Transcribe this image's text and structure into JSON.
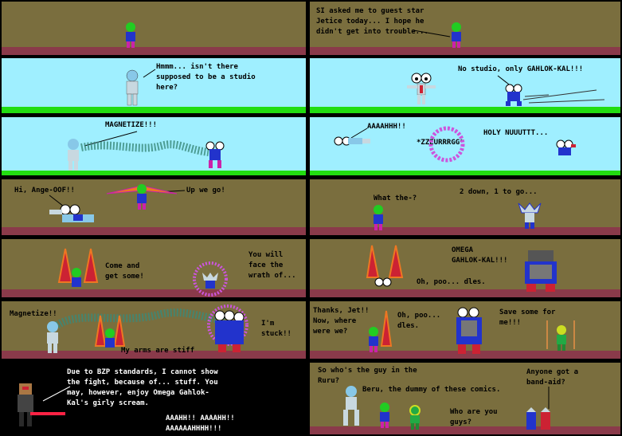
{
  "panels": {
    "p1": {
      "text1": ""
    },
    "p2": {
      "text1": "SI asked me to guest star\nJetice today... I hope he\ndidn't get into trouble..."
    },
    "p3": {
      "text1": "Hmmm... isn't there\nsupposed to be a studio\nhere?"
    },
    "p4": {
      "text1": "No studio, only GAHLOK-KAL!!!"
    },
    "p5": {
      "text1": "MAGNETIZE!!!"
    },
    "p6": {
      "text1": "AAAAHHH!!",
      "text2": "*ZZEURRRGG*",
      "text3": "HOLY NUUUTTT..."
    },
    "p7": {
      "text1": "Hi, Ange-OOF!!",
      "text2": "Up we go!"
    },
    "p8": {
      "text1": "What the-?",
      "text2": "2 down, 1 to go..."
    },
    "p9": {
      "text1": "Come and\nget some!",
      "text2": "You will\nface the\nwrath of..."
    },
    "p10": {
      "text1": "OMEGA\nGAHLOK-KAL!!!",
      "text2": "Oh, poo... dles."
    },
    "p11": {
      "text1": "Magnetize!!",
      "text2": "I'm\nstuck!!",
      "text3": "My arms are stiff"
    },
    "p12": {
      "text1": "Thanks, Jet!!\nNow, where\nwere we?",
      "text2": "Oh, poo...\ndles.",
      "text3": "Save some for\nme!!!"
    },
    "p13": {
      "text1": "Due to BZP standards, I cannot show\nthe fight, because of... stuff. You\nmay, however, enjoy Omega Gahlok-\nKal's girly scream.",
      "text2": "AAAHH!! AAAAHH!!\nAAAAAAHHHH!!!"
    },
    "p14": {
      "text1": "So who's the guy in the\nRuru?",
      "text2": "Beru, the dummy of these comics.",
      "text3": "Who are you\nguys?",
      "text4": "Anyone got a\nband-aid?"
    }
  },
  "colors": {
    "olive": "#7a6e3e",
    "sky": "#9fefff",
    "floor_brown": "#8a3a4a",
    "floor_green": "#22dd11",
    "hero_green": "#22cc22",
    "hero_blue": "#2233cc",
    "silver": "#c8d8e0",
    "magenta": "#cc22aa",
    "magnet_beam": "#3a8a7a",
    "portal": "#cc55dd",
    "wing": "#ee7722"
  },
  "icons": [
    "green-hero-figure",
    "silver-hero-figure",
    "bohrok-figure",
    "magnet-beam",
    "portal-ring",
    "wing-glider",
    "lightsaber"
  ]
}
